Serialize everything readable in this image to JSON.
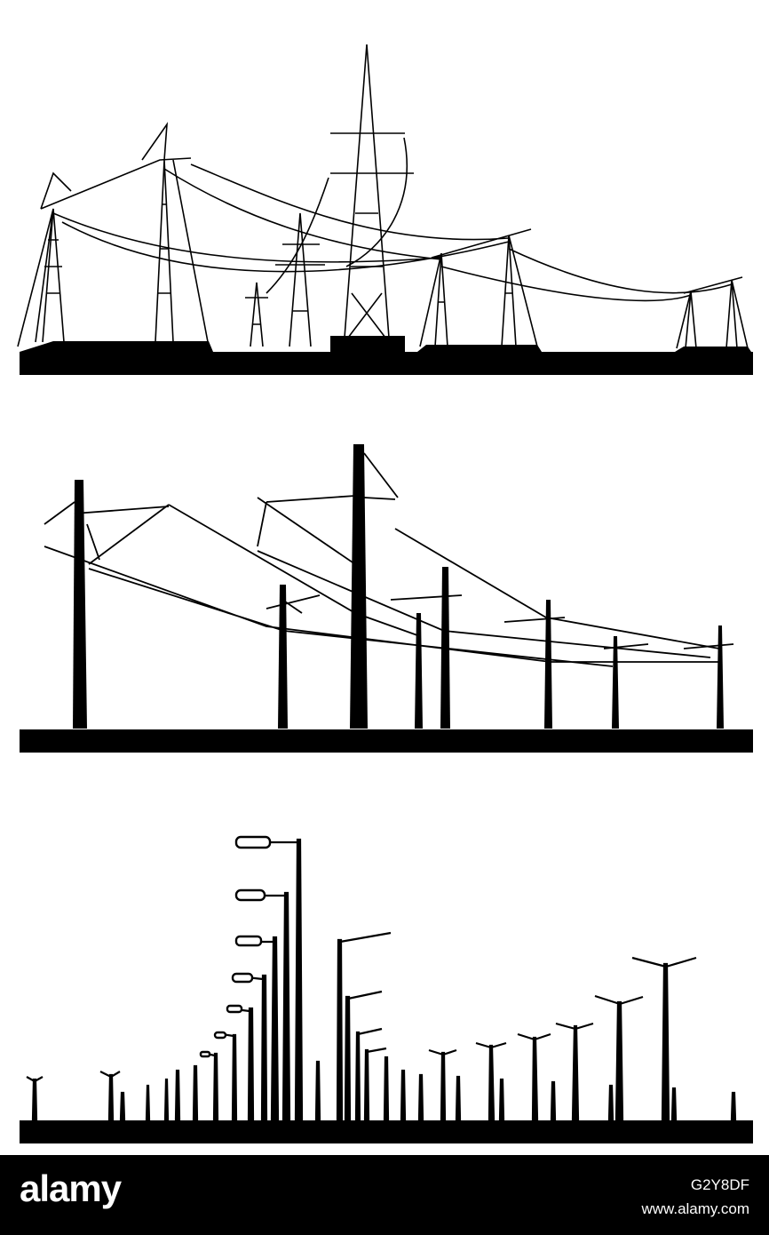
{
  "colors": {
    "ink": "#000000",
    "paper": "#ffffff"
  },
  "footer": {
    "logo": "alamy",
    "image_id": "G2Y8DF",
    "url": "www.alamy.com"
  }
}
